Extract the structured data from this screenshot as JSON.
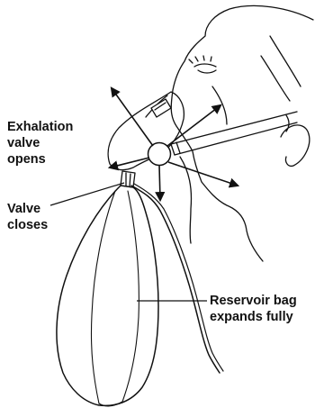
{
  "labels": {
    "exhalation": [
      "Exhalation",
      "valve",
      "opens"
    ],
    "valve_closes": [
      "Valve",
      "closes"
    ],
    "reservoir": [
      "Reservoir bag",
      "expands fully"
    ]
  },
  "colors": {
    "line": "#111111",
    "background": "#ffffff"
  },
  "icons": [
    "arrow-icon"
  ]
}
